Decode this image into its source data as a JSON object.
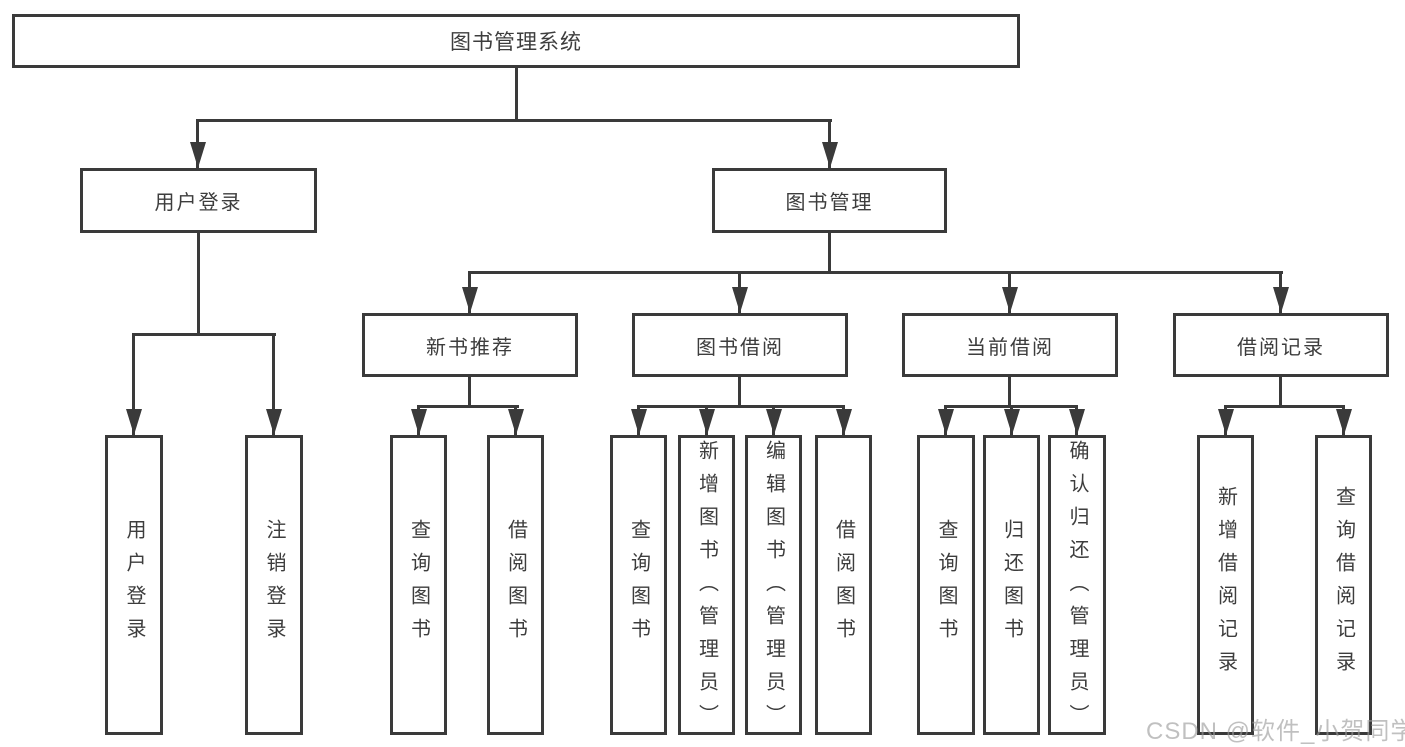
{
  "tree": {
    "root": {
      "label": "图书管理系统",
      "children": [
        {
          "label": "用户登录",
          "children": [
            {
              "label": "用户登录"
            },
            {
              "label": "注销登录"
            }
          ]
        },
        {
          "label": "图书管理",
          "children": [
            {
              "label": "新书推荐",
              "children": [
                {
                  "label": "查询图书"
                },
                {
                  "label": "借阅图书"
                }
              ]
            },
            {
              "label": "图书借阅",
              "children": [
                {
                  "label": "查询图书"
                },
                {
                  "label": "新增图书（管理员）"
                },
                {
                  "label": "编辑图书（管理员）"
                },
                {
                  "label": "借阅图书"
                }
              ]
            },
            {
              "label": "当前借阅",
              "children": [
                {
                  "label": "查询图书"
                },
                {
                  "label": "归还图书"
                },
                {
                  "label": "确认归还（管理员）"
                }
              ]
            },
            {
              "label": "借阅记录",
              "children": [
                {
                  "label": "新增借阅记录"
                },
                {
                  "label": "查询借阅记录"
                }
              ]
            }
          ]
        }
      ]
    }
  },
  "watermark": {
    "text": "CSDN @软件_小贺同学"
  },
  "colors": {
    "line": "#3a3a3a",
    "box_border": "#3a3a3a",
    "box_fill": "#ffffff",
    "text": "#3d3d3d",
    "watermark": "#9b9b9b",
    "background": "#ffffff"
  }
}
